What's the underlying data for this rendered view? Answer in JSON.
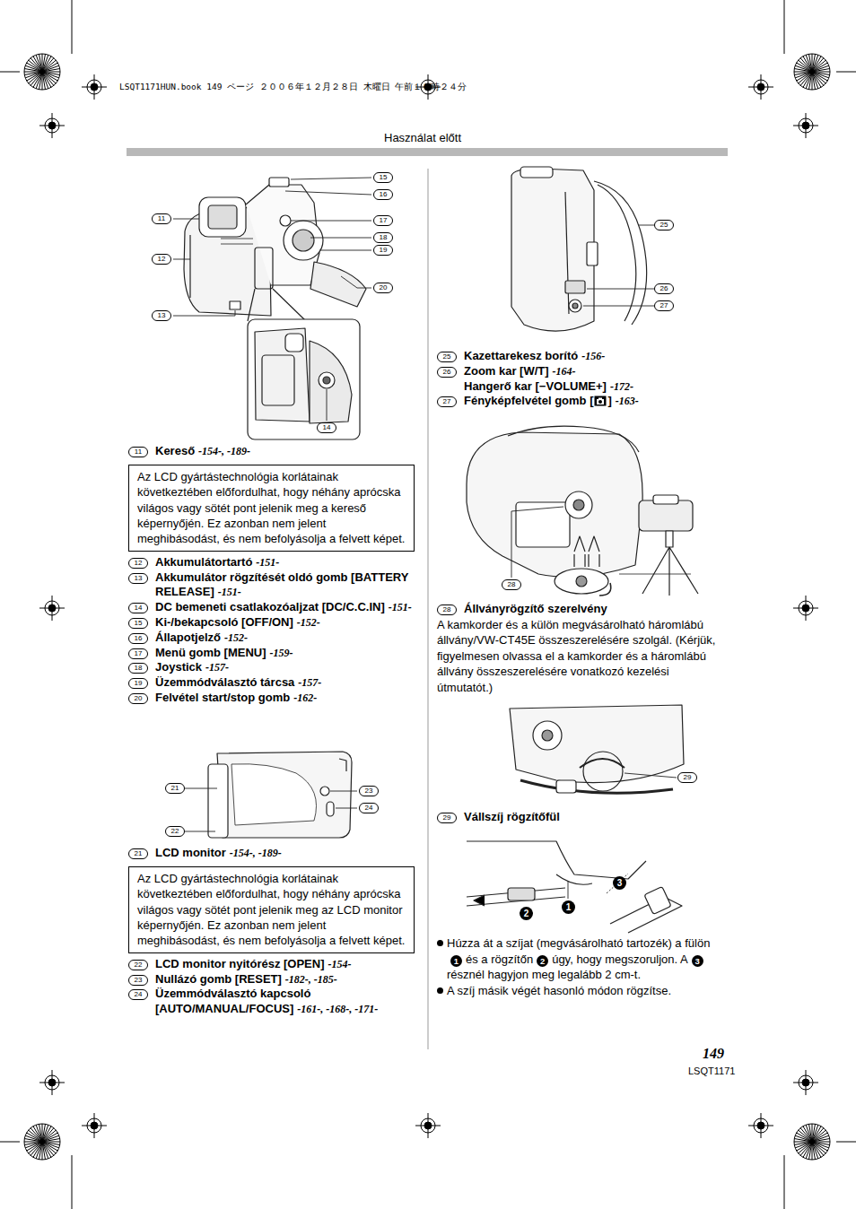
{
  "diagram": {
    "nodes": [
      {
        "text": [
          "Az LCD gyártástechnológia korlátainak következtében előfordulhat, hogy néhány aprócska világos vagy sötét pont jelenik meg a kereső képernyőjén. Ez azonban nem jelent meghibásodást, és nem befolyásolja a felvett képet."
        ]
      },
      {
        "text": [
          "Az LCD gyártástechnológia korlátainak következtében előfordulhat, hogy néhány aprócska világos vagy sötét pont jelenik meg az LCD monitor képernyőjén. Ez azonban nem jelent meghibásodást, és nem befolyásolja a felvett képet."
        ]
      }
    ],
    "labels": [
      "LSQT1171HUN.book  149 ページ  ２００６年１２月２８日  木曜日  午前１０時２４分",
      "Használat előtt",
      "15",
      "16",
      "17",
      "18",
      "19",
      "11",
      "12",
      "20",
      "13",
      "14",
      "11",
      "Kereső",
      "-154-, -189-",
      "12",
      "Akkumulátortartó",
      "-151-",
      "13",
      "Akkumulátor rögzítését oldó gomb [BATTERY RELEASE]",
      "-151-",
      "14",
      "DC bemeneti csatlakozóaljzat [DC/C.C.IN]",
      "-151-",
      "15",
      "Ki-/bekapcsoló [OFF/ON]",
      "-152-",
      "16",
      "Állapotjelző",
      "-152-",
      "17",
      "Menü gomb [MENU]",
      "-159-",
      "18",
      "Joystick",
      "-157-",
      "19",
      "Üzemmódválasztó tárcsa",
      "-157-",
      "20",
      "Felvétel start/stop gomb",
      "-162-",
      "21",
      "23",
      "24",
      "22",
      "21",
      "LCD monitor",
      "-154-, -189-",
      "22",
      "LCD monitor nyitórész [OPEN]",
      "-154-",
      "23",
      "Nullázó gomb [RESET]",
      "-182-, -185-",
      "24",
      "Üzemmódválasztó kapcsoló [AUTO/MANUAL/FOCUS]",
      "-161-, -168-, -171-",
      "25",
      "26",
      "27",
      "25",
      "Kazettarekesz borító",
      "-156-",
      "26",
      "Zoom kar [W/T]",
      "-164-",
      "Hangerő kar [−VOLUME+]",
      "-172-",
      "27",
      "Fényképfelvétel gomb [",
      "]",
      "-163-",
      "28",
      "28",
      "Állványrögzítő szerelvény",
      "A kamkorder és a külön megvásárolható háromlábú állvány/VW-CT45E összeszerelésére szolgál. (Kérjük, figyelmesen olvassa el a kamkorder és a háromlábú állvány összeszerelésére vonatkozó kezelési útmutatót.)",
      "29",
      "29",
      "Vállszíj rögzítőfül",
      "1",
      "2",
      "3",
      "Húzza át a szíjat (megvásárolható tartozék) a fülön",
      "1",
      "és a rögzítőn",
      "2",
      "úgy, hogy megszoruljon. A",
      "3",
      "résznél hagyjon meg legalább 2 cm-t.",
      "A szíj másik végét hasonló módon rögzítse.",
      "149",
      "LSQT1171"
    ]
  }
}
